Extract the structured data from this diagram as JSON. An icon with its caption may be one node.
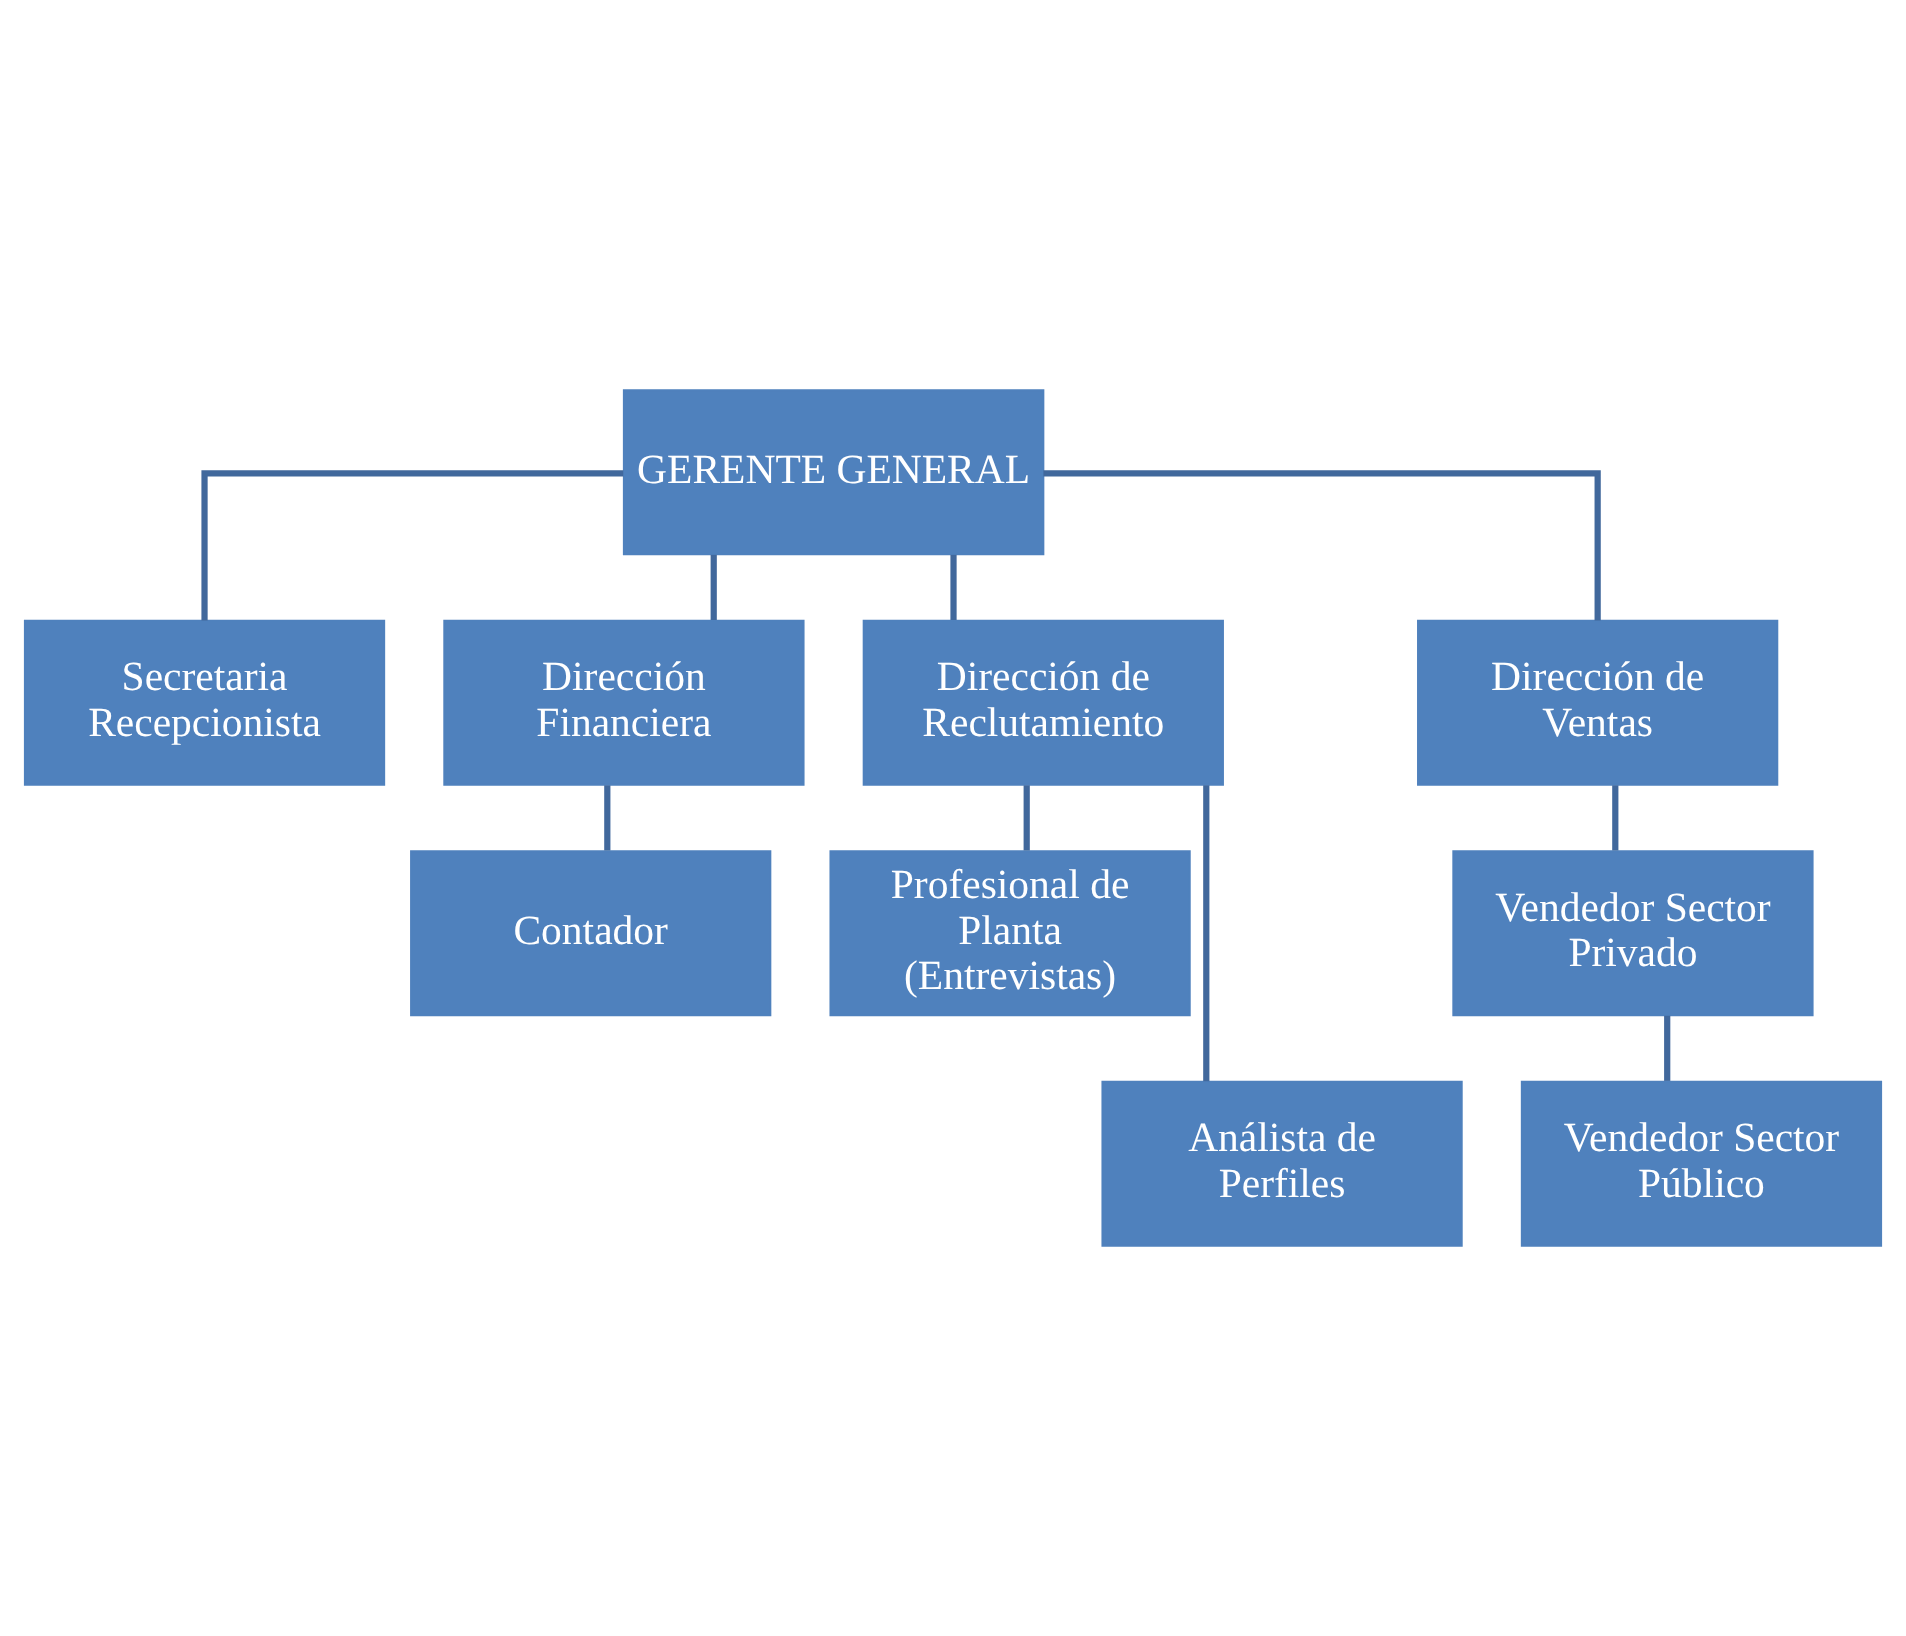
{
  "diagram": {
    "nodes": [
      {
        "text": [
          "GERENTE GENERAL"
        ]
      },
      {
        "text": [
          "Secretaria Recepcionista"
        ]
      },
      {
        "text": [
          "Dirección Financiera"
        ]
      },
      {
        "text": [
          "Dirección de Reclutamiento"
        ]
      },
      {
        "text": [
          "Dirección de Ventas"
        ]
      },
      {
        "text": [
          "Contador"
        ]
      },
      {
        "text": [
          "Profesional de Planta (Entrevistas)"
        ]
      },
      {
        "text": [
          "Análista de Perfiles"
        ]
      },
      {
        "text": [
          "Vendedor Sector Privado"
        ]
      },
      {
        "text": [
          "Vendedor Sector Público"
        ]
      }
    ],
    "edges": [
      {
        "from": 0,
        "to": 1,
        "arrow": "none"
      },
      {
        "from": 0,
        "to": 2,
        "arrow": "none"
      },
      {
        "from": 0,
        "to": 3,
        "arrow": "none"
      },
      {
        "from": 0,
        "to": 4,
        "arrow": "none"
      },
      {
        "from": 2,
        "to": 5,
        "arrow": "none"
      },
      {
        "from": 3,
        "to": 6,
        "arrow": "none"
      },
      {
        "from": 3,
        "to": 7,
        "arrow": "none"
      },
      {
        "from": 4,
        "to": 8,
        "arrow": "none"
      },
      {
        "from": 8,
        "to": 9,
        "arrow": "none"
      }
    ]
  }
}
